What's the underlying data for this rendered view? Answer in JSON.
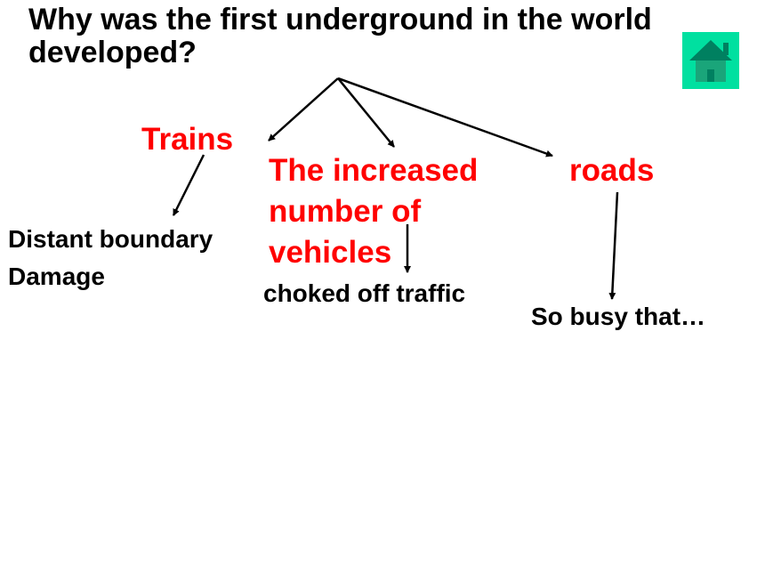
{
  "title": "Why was the first underground in the world developed?",
  "home_icon": "home-icon",
  "colors": {
    "category": "#ff0000",
    "home_button_bg": "#00e0a0",
    "home_icon": "#008060"
  },
  "branches": [
    {
      "category": "Trains",
      "details": [
        "Distant boundary",
        "Damage"
      ]
    },
    {
      "category": "The increased number of vehicles",
      "details": [
        "choked off traffic"
      ]
    },
    {
      "category": "roads",
      "details": [
        "So busy that…"
      ]
    }
  ]
}
